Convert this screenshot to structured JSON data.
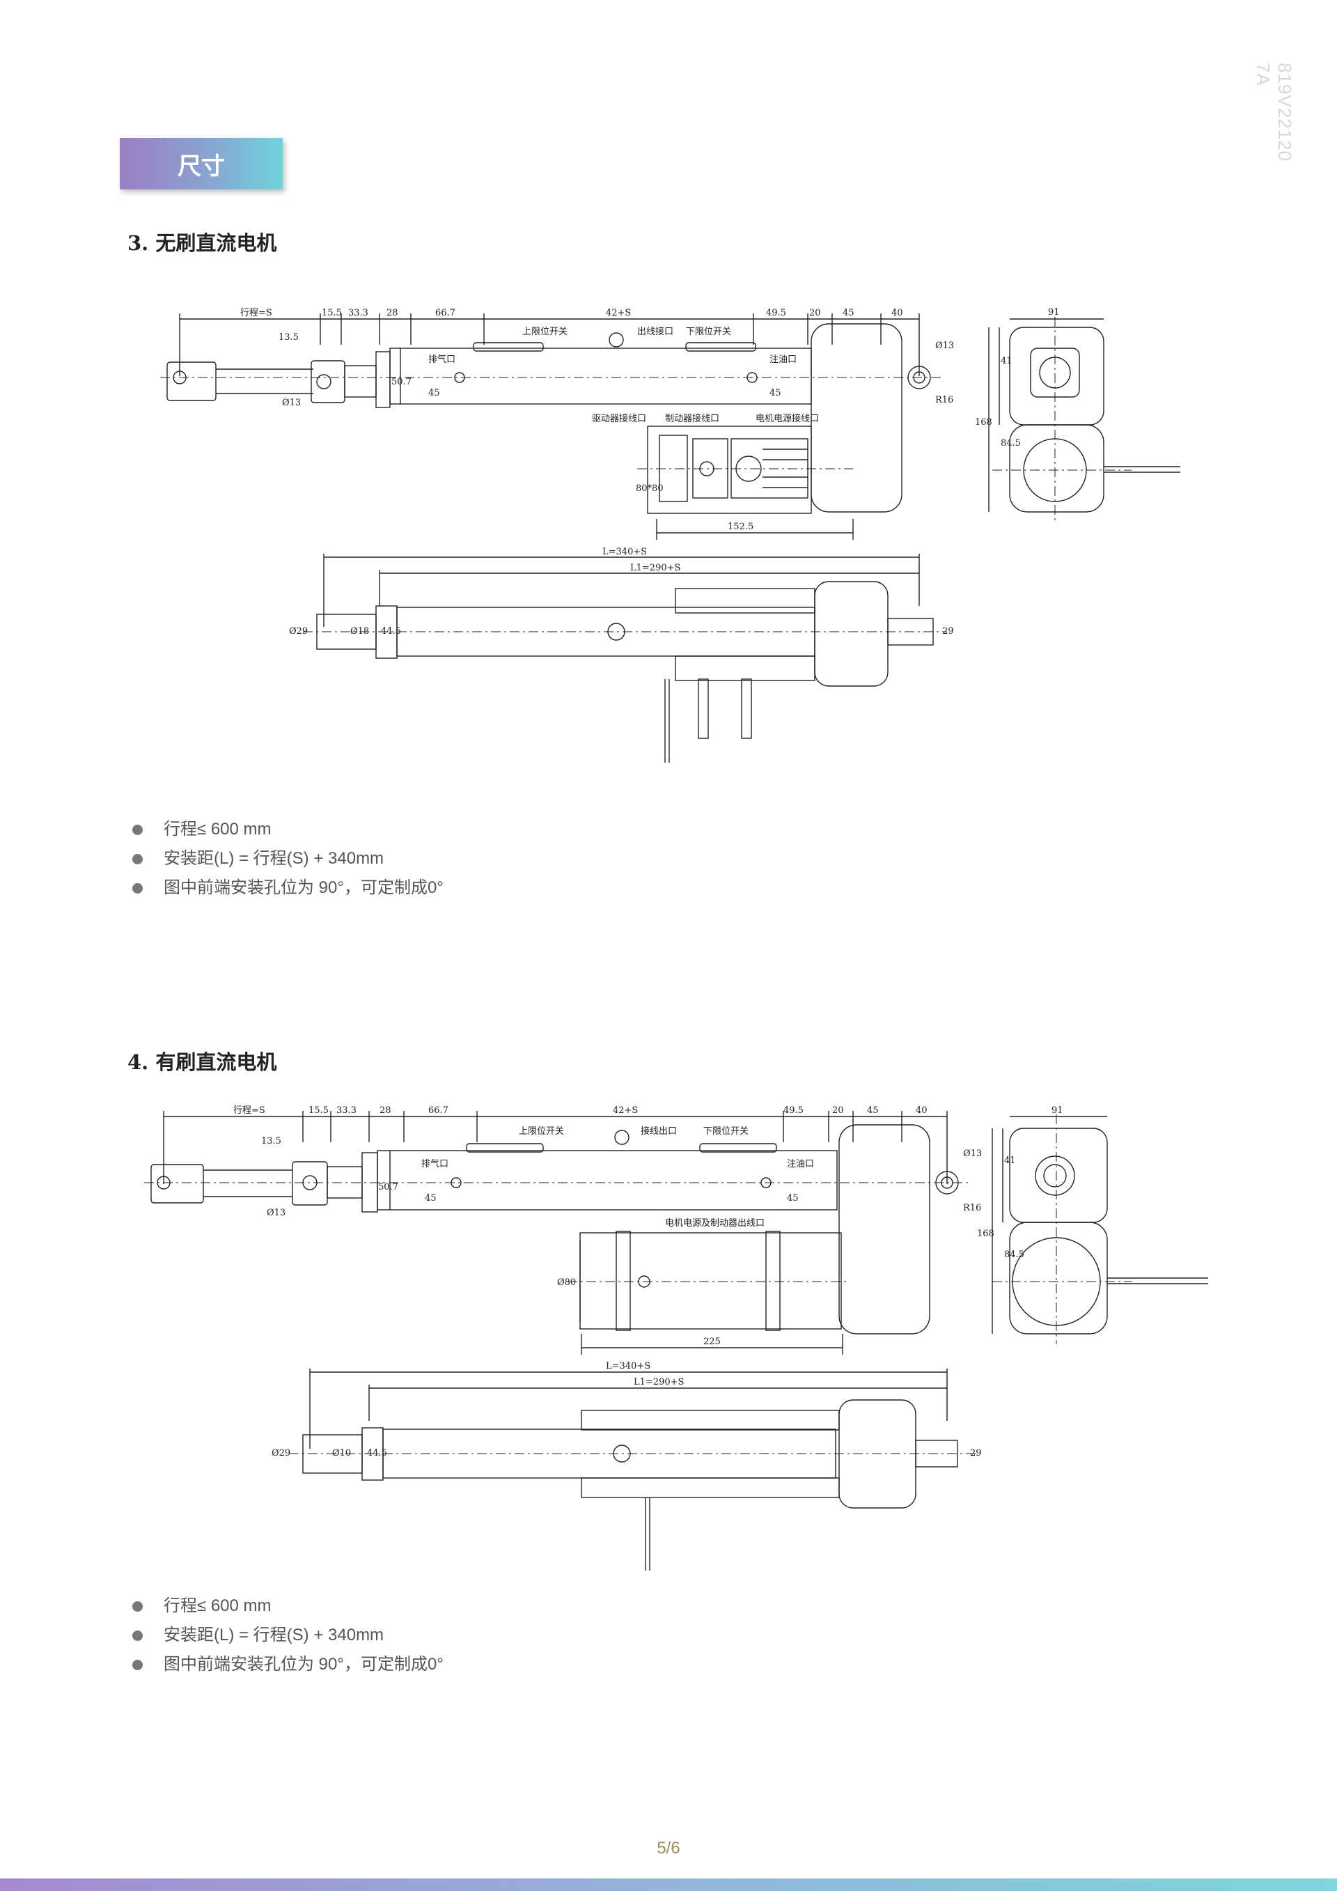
{
  "section_title": "尺寸",
  "doc_code": "819V22120 7A",
  "watermark": "819V22120 7A",
  "page": "5/6",
  "sections": [
    {
      "heading": "3.  无刷直流电机",
      "notes": [
        "行程≤ 600 mm",
        "安装距(L) = 行程(S) + 340mm",
        "图中前端安装孔位为 90°，可定制成0°"
      ],
      "dims_top": [
        "行程=S",
        "15.5",
        "33.3",
        "28",
        "66.7",
        "42+S",
        "49.5",
        "20",
        "45",
        "40"
      ],
      "dims_misc": [
        "13.5",
        "Ø13",
        "50.7",
        "45",
        "45",
        "Ø13",
        "R16",
        "152.5",
        "80*80",
        "91",
        "41",
        "84.5",
        "168"
      ],
      "labels": [
        "上限位开关",
        "出线接口",
        "下限位开关",
        "排气口",
        "注油口",
        "驱动器接线口",
        "制动器接线口",
        "电机电源接线口"
      ],
      "dims_side": [
        "L=340+S",
        "L1=290+S",
        "Ø29",
        "Ø18",
        "44.5",
        "29"
      ]
    },
    {
      "heading": "4.  有刷直流电机",
      "notes": [
        "行程≤ 600 mm",
        "安装距(L) = 行程(S) + 340mm",
        "图中前端安装孔位为 90°，可定制成0°"
      ],
      "dims_top": [
        "行程=S",
        "15.5",
        "33.3",
        "28",
        "66.7",
        "42+S",
        "49.5",
        "20",
        "45",
        "40"
      ],
      "dims_misc": [
        "13.5",
        "Ø13",
        "50.7",
        "45",
        "45",
        "Ø13",
        "R16",
        "Ø80",
        "225",
        "91",
        "41",
        "84.5",
        "168"
      ],
      "labels": [
        "上限位开关",
        "接线出口",
        "下限位开关",
        "排气口",
        "注油口",
        "电机电源及制动器出线口"
      ],
      "dims_side": [
        "L=340+S",
        "L1=290+S",
        "Ø29",
        "Ø10",
        "44.5",
        "29"
      ]
    }
  ]
}
